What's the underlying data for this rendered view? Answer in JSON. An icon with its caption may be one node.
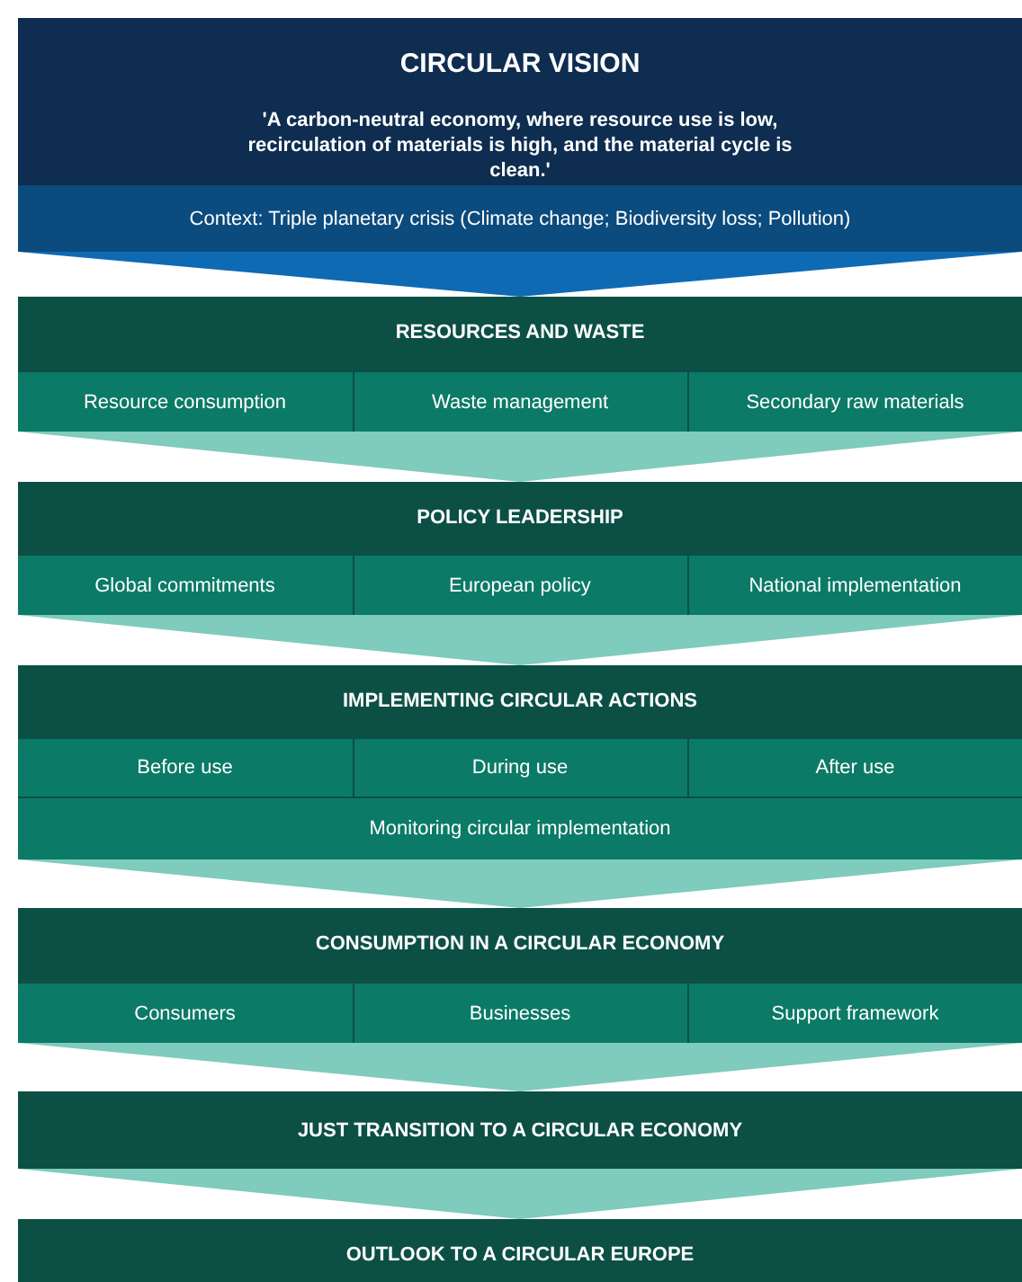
{
  "diagram": {
    "nodes": [
      {
        "text": [
          "CIRCULAR VISION",
          "'A carbon-neutral economy, where resource use is low, recirculation of materials is high, and the material cycle is clean.'"
        ]
      },
      {
        "text": [
          "Context: Triple planetary crisis (Climate change; Biodiversity loss; Pollution)"
        ],
        "in": 0
      },
      {
        "text": [
          "RESOURCES AND WASTE"
        ]
      },
      {
        "text": [
          "Resource consumption"
        ],
        "in": 2
      },
      {
        "text": [
          "Waste management"
        ],
        "in": 2
      },
      {
        "text": [
          "Secondary raw materials"
        ],
        "in": 2
      },
      {
        "text": [
          "POLICY LEADERSHIP"
        ]
      },
      {
        "text": [
          "Global commitments"
        ],
        "in": 6
      },
      {
        "text": [
          "European policy"
        ],
        "in": 6
      },
      {
        "text": [
          "National implementation"
        ],
        "in": 6
      },
      {
        "text": [
          "IMPLEMENTING CIRCULAR ACTIONS"
        ]
      },
      {
        "text": [
          "Before use"
        ],
        "in": 10
      },
      {
        "text": [
          "During use"
        ],
        "in": 10
      },
      {
        "text": [
          "After use"
        ],
        "in": 10
      },
      {
        "text": [
          "Monitoring circular implementation"
        ],
        "in": 10
      },
      {
        "text": [
          "CONSUMPTION IN A CIRCULAR ECONOMY"
        ]
      },
      {
        "text": [
          "Consumers"
        ],
        "in": 15
      },
      {
        "text": [
          "Businesses"
        ],
        "in": 15
      },
      {
        "text": [
          "Support framework"
        ],
        "in": 15
      },
      {
        "text": [
          "JUST TRANSITION TO A CIRCULAR ECONOMY"
        ]
      },
      {
        "text": [
          "OUTLOOK TO A CIRCULAR EUROPE"
        ]
      }
    ],
    "edges": [
      {
        "from": 1,
        "to": 2,
        "arrow": "to",
        "color": "#0f6ab4"
      },
      {
        "from": 2,
        "to": 6,
        "arrow": "to"
      },
      {
        "from": 6,
        "to": 10,
        "arrow": "to"
      },
      {
        "from": 10,
        "to": 15,
        "arrow": "to"
      },
      {
        "from": 15,
        "to": 19,
        "arrow": "to"
      },
      {
        "from": 19,
        "to": 20,
        "arrow": "to"
      }
    ]
  }
}
